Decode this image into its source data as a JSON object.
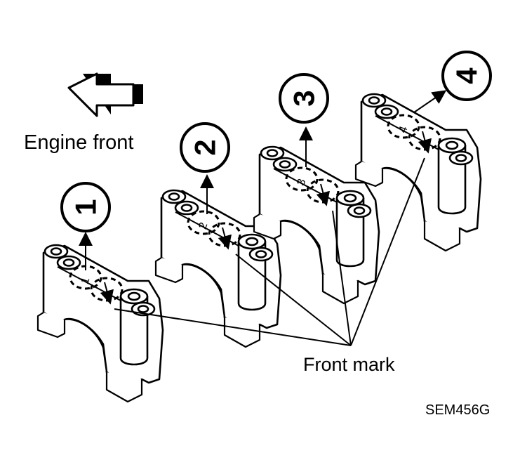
{
  "labels": {
    "engine_front": "Engine front",
    "front_mark": "Front mark",
    "figure_code": "SEM456G"
  },
  "caps": [
    {
      "number": "1",
      "mark": "1"
    },
    {
      "number": "2",
      "mark": "2"
    },
    {
      "number": "3",
      "mark": "3"
    },
    {
      "number": "4",
      "mark": "4"
    }
  ]
}
